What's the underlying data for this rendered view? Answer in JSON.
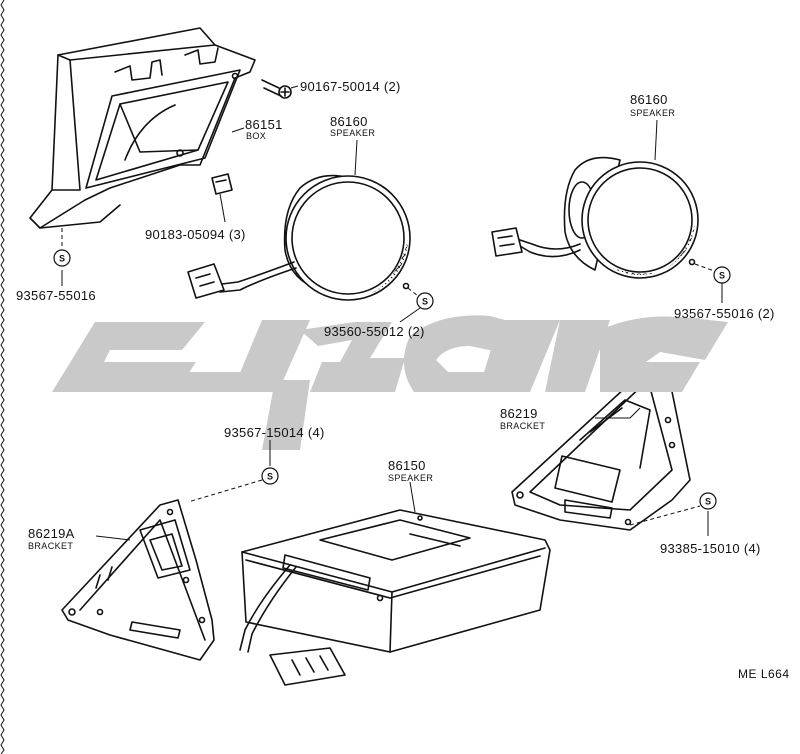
{
  "callouts": {
    "screw": "90167-50014 (2)",
    "box_part": "86151",
    "box_name": "BOX",
    "spk_left_part": "86160",
    "spk_left_name": "SPEAKER",
    "spk_right_part": "86160",
    "spk_right_name": "SPEAKER",
    "clip": "90183-05094 (3)",
    "screw_box": "93567-55016",
    "screw_left": "93560-55012 (2)",
    "screw_right": "93567-55016 (2)",
    "bracket_right_part": "86219",
    "bracket_right_name": "BRACKET",
    "screw_bracket_left": "93567-15014 (4)",
    "sub_part": "86150",
    "sub_name": "SPEAKER",
    "bracket_left_part": "86219A",
    "bracket_left_name": "BRACKET",
    "screw_bracket_right": "93385-15010 (4)"
  },
  "drawing_code": "ME L664",
  "symbol_letter": "S",
  "colors": {
    "ink": "#111111",
    "watermark": "#c9c9c9",
    "background": "#ffffff"
  }
}
